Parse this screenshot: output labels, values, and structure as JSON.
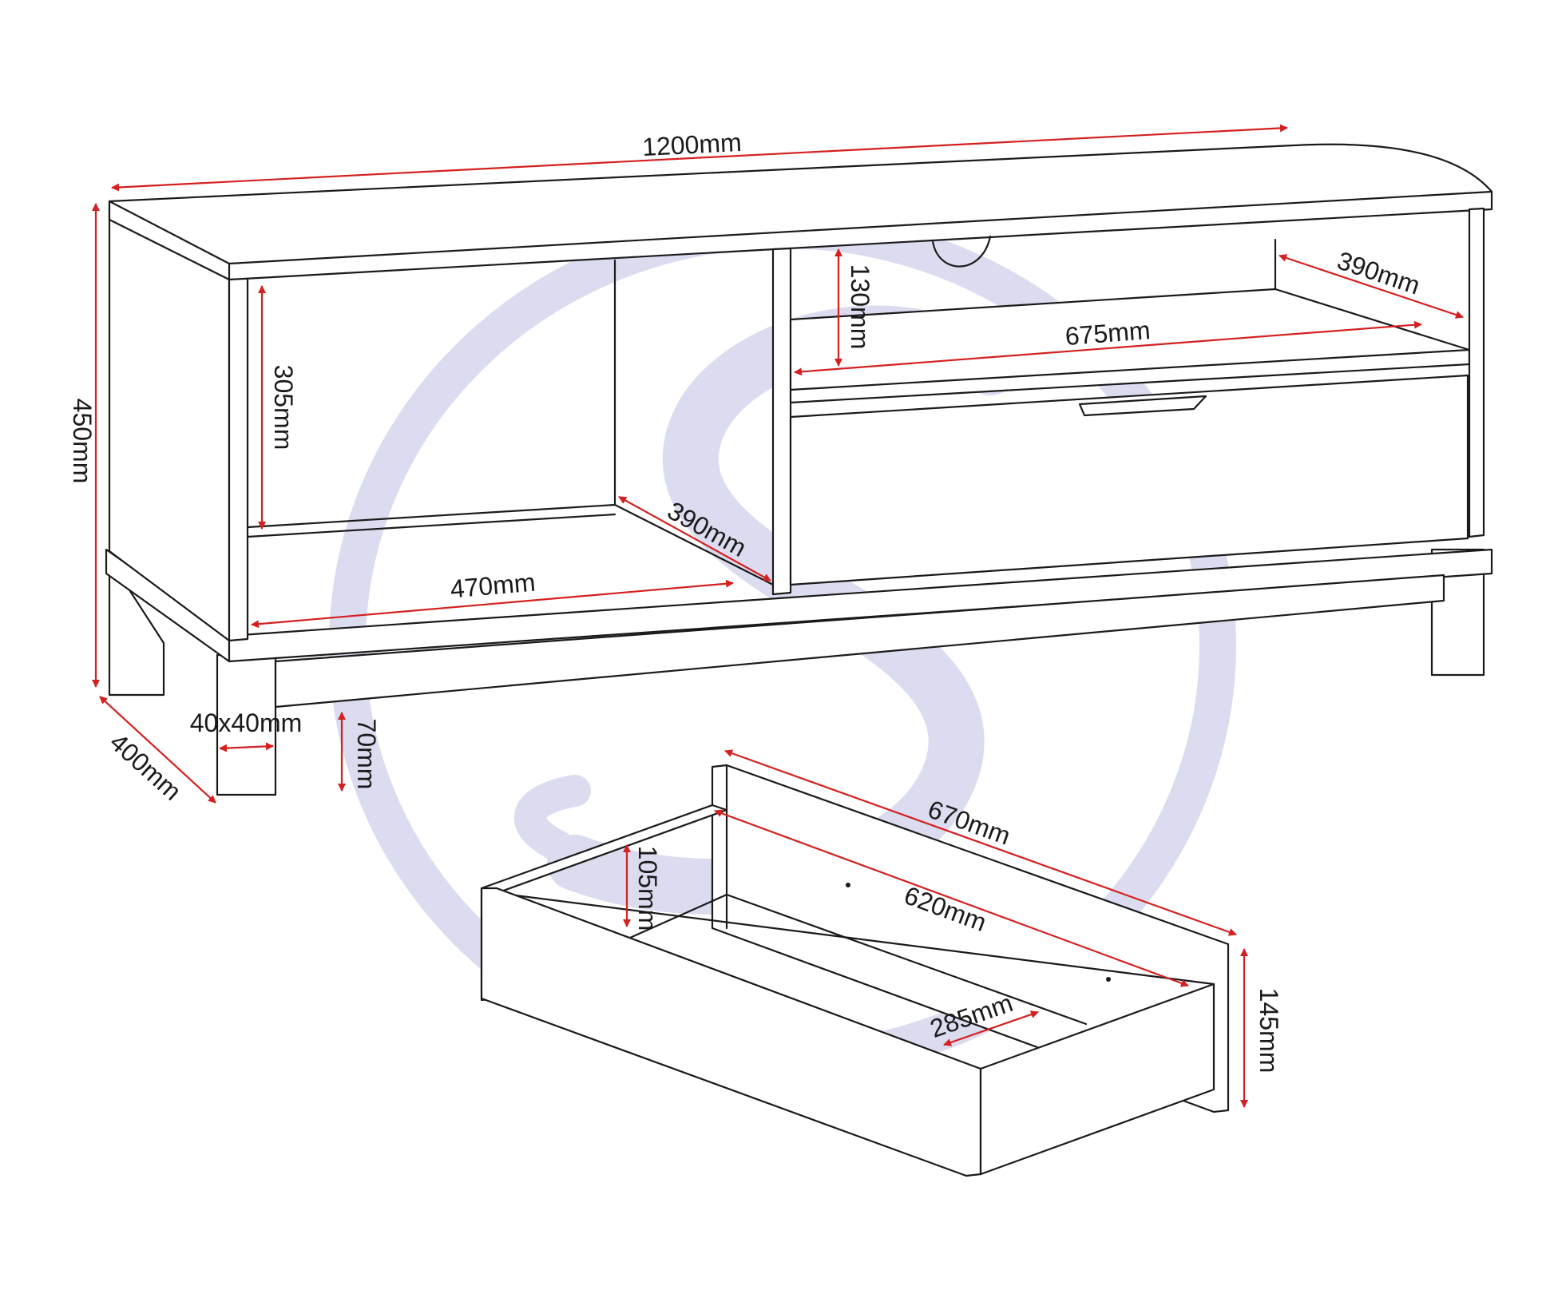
{
  "colors": {
    "outline": "#1a1a1a",
    "dimension": "#d42020",
    "watermark": "#dcdcf0",
    "background": "#ffffff"
  },
  "watermark": {
    "kind": "logo",
    "icon": "stylized-s-logo"
  },
  "dimensions": {
    "overall_width": "1200mm",
    "overall_height": "450mm",
    "overall_depth": "400mm",
    "leg_size": "40x40mm",
    "leg_clearance": "70mm",
    "left_shelf_height": "305mm",
    "left_shelf_width": "470mm",
    "left_shelf_depth": "390mm",
    "right_shelf_height": "130mm",
    "right_shelf_width": "675mm",
    "right_shelf_depth": "390mm",
    "drawer_outer_length": "670mm",
    "drawer_inner_length": "620mm",
    "drawer_inner_depth": "285mm",
    "drawer_inner_height": "105mm",
    "drawer_front_height": "145mm"
  }
}
